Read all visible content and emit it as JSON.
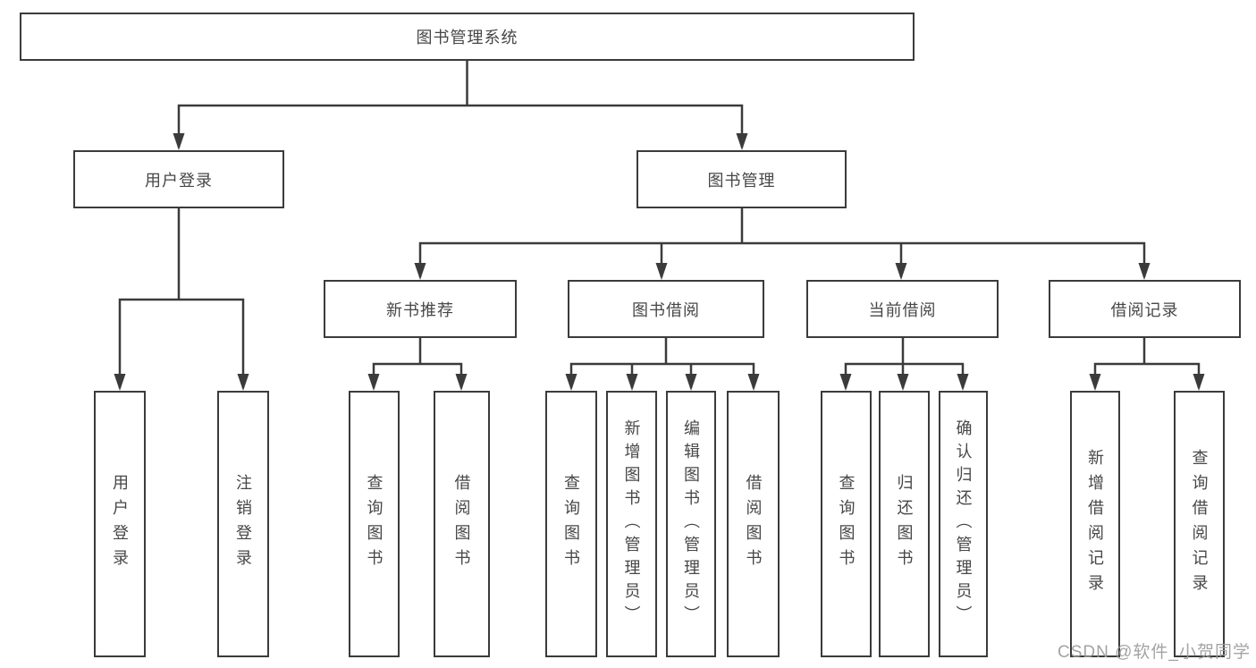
{
  "colors": {
    "line": "#3b3b3b",
    "text": "#474747",
    "watermark": "#9c9c9c",
    "background": "#ffffff"
  },
  "diagram": {
    "title": "图书管理系统",
    "level2": [
      {
        "label": "用户登录"
      },
      {
        "label": "图书管理"
      }
    ],
    "level3": [
      {
        "label": "新书推荐"
      },
      {
        "label": "图书借阅"
      },
      {
        "label": "当前借阅"
      },
      {
        "label": "借阅记录"
      }
    ],
    "leaves": [
      {
        "label": "用户登录"
      },
      {
        "label": "注销登录"
      },
      {
        "label": "查询图书"
      },
      {
        "label": "借阅图书"
      },
      {
        "label": "查询图书"
      },
      {
        "label": "新增图书（管理员）"
      },
      {
        "label": "编辑图书（管理员）"
      },
      {
        "label": "借阅图书"
      },
      {
        "label": "查询图书"
      },
      {
        "label": "归还图书"
      },
      {
        "label": "确认归还（管理员）"
      },
      {
        "label": "新增借阅记录"
      },
      {
        "label": "查询借阅记录"
      }
    ]
  },
  "watermark": {
    "text": "CSDN @软件_小贺同学"
  }
}
